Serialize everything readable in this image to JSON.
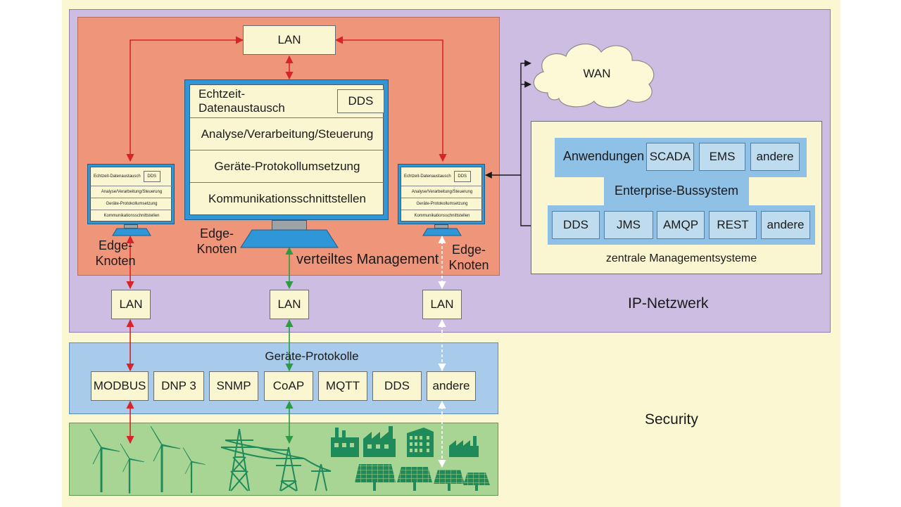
{
  "colors": {
    "page_bg": "#fbf7d3",
    "ip_network_bg": "#cdbde2",
    "management_bg": "#ef957a",
    "protocol_bg": "#a8cbeb",
    "field_bg": "#a8d594",
    "box_fill": "#fbf6d2",
    "monitor_frame": "#2f97d8",
    "arrow_red": "#d6252a",
    "arrow_green": "#2e9a45",
    "arrow_white": "#ffffff",
    "arrow_black": "#1a1a1a"
  },
  "lan_top": "LAN",
  "wan": "WAN",
  "center_monitor": {
    "row1_label": "Echtzeit-Datenaustausch",
    "row1_badge": "DDS",
    "row2": "Analyse/Verarbeitung/Steuerung",
    "row3": "Geräte-Protokollumsetzung",
    "row4": "Kommunikationsschnittstellen"
  },
  "small_monitor": {
    "row1_label": "Echtzeit-Datenaustausch",
    "row1_badge": "DDS",
    "row2": "Analyse/Verarbeitung/Steuerung",
    "row3": "Geräte-Protokollumsetzung",
    "row4": "Kommunikationsschnittstellen"
  },
  "edge_left": [
    "Edge-",
    "Knoten"
  ],
  "edge_center": [
    "Edge-",
    "Knoten"
  ],
  "edge_right": [
    "Edge-",
    "Knoten"
  ],
  "distributed_management": "verteiltes Management",
  "lan_bottom": [
    "LAN",
    "LAN",
    "LAN"
  ],
  "ip_network": "IP-Netzwerk",
  "enterprise": {
    "applications_label": "Anwendungen",
    "applications": [
      "SCADA",
      "EMS",
      "andere"
    ],
    "bus_label": "Enterprise-Bussystem",
    "bus_items": [
      "DDS",
      "JMS",
      "AMQP",
      "REST",
      "andere"
    ],
    "central_label": "zentrale Managementsysteme"
  },
  "protocols": {
    "title": "Geräte-Protokolle",
    "items": [
      "MODBUS",
      "DNP 3",
      "SNMP",
      "CoAP",
      "MQTT",
      "DDS",
      "andere"
    ]
  },
  "security": "Security",
  "field_icons": [
    "wind-turbine-icon",
    "power-pylon-icon",
    "factory-icon",
    "building-icon",
    "solar-panel-icon"
  ]
}
